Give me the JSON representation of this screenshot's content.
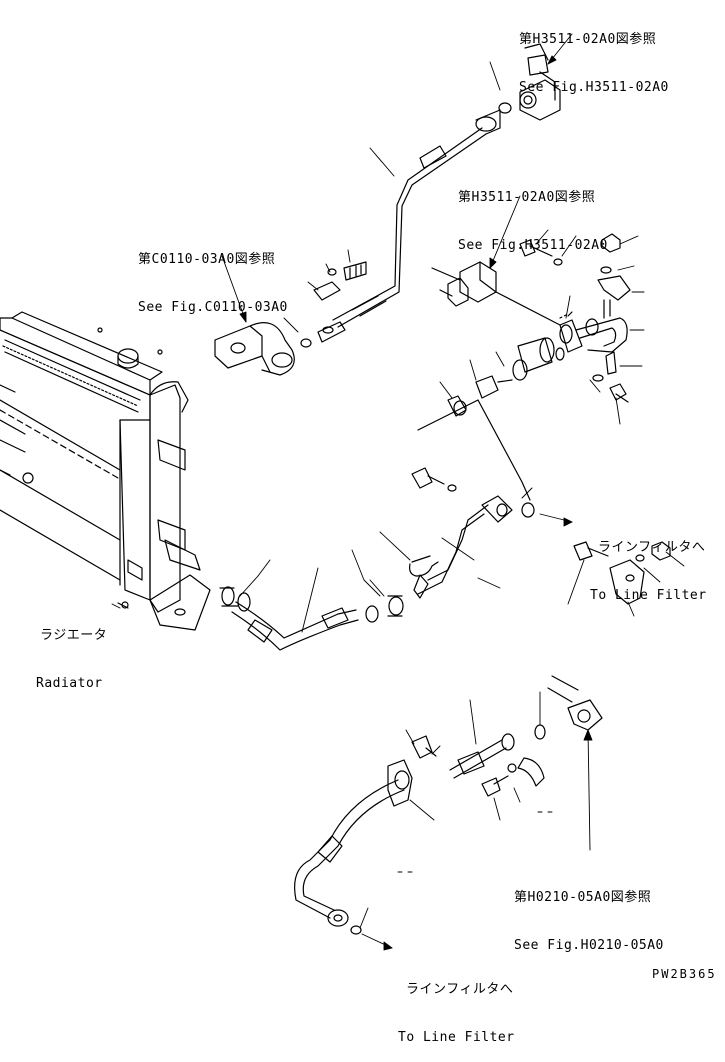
{
  "labels": {
    "ref_h3511_top": {
      "jp": "第H3511-02A0図参照",
      "en": "See Fig.H3511-02A0"
    },
    "ref_h3511_mid": {
      "jp": "第H3511-02A0図参照",
      "en": "See Fig.H3511-02A0"
    },
    "ref_c0110": {
      "jp": "第C0110-03A0図参照",
      "en": "See Fig.C0110-03A0"
    },
    "to_line_filter_right": {
      "jp": "ラインフィルタへ",
      "en": "To Line Filter"
    },
    "radiator": {
      "jp": "ラジエータ",
      "en": "Radiator"
    },
    "ref_h0210": {
      "jp": "第H0210-05A0図参照",
      "en": "See Fig.H0210-05A0"
    },
    "to_line_filter_bottom": {
      "jp": "ラインフィルタへ",
      "en": "To Line Filter"
    },
    "drawing_code": "PW2B365"
  },
  "colors": {
    "ink": "#000000",
    "paper": "#ffffff"
  }
}
